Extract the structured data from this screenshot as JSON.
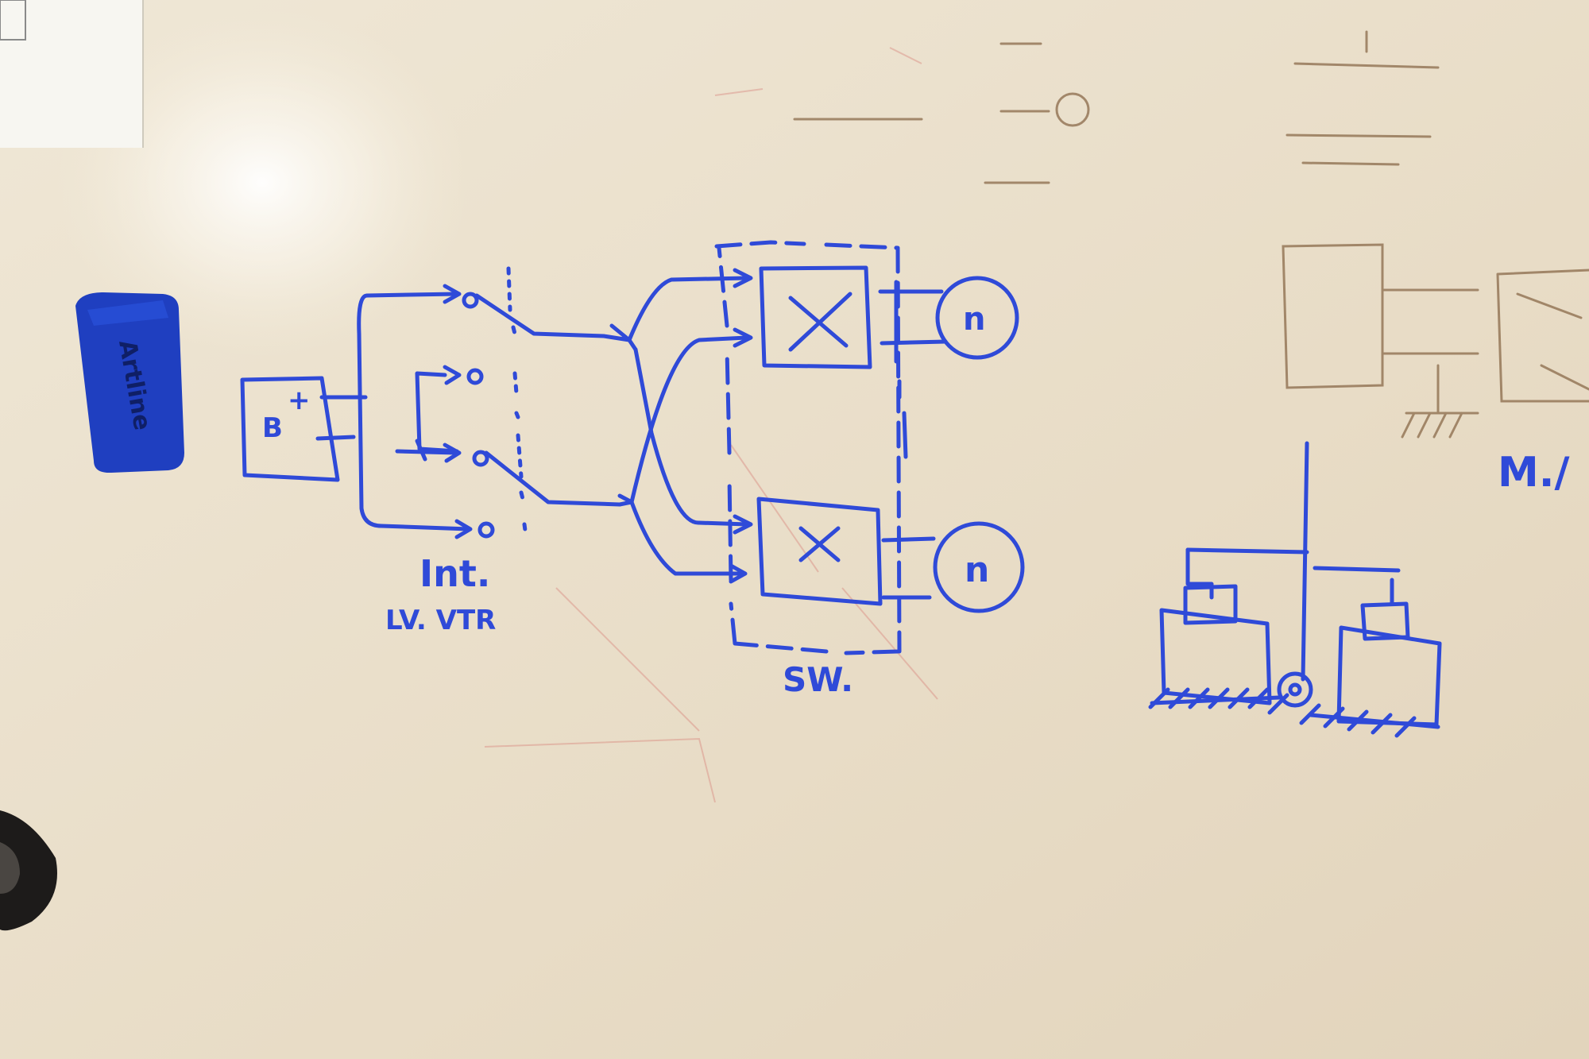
{
  "board": {
    "ink_color": "#2f4ad8",
    "faint_ink_color": "#8a6a4a",
    "surface_color": "#ece3d1"
  },
  "eraser": {
    "brand": "Artline",
    "color": "#1f3fc0",
    "icon": "whiteboard-eraser-icon"
  },
  "diagram": {
    "battery_label": "B",
    "battery_plus": "+",
    "switch_label": "Int.",
    "switch_sublabel": "LV. VTR",
    "mixer_top_symbol": "X",
    "mixer_bottom_symbol": "X",
    "meter_top_symbol": "n",
    "meter_bottom_symbol": "n",
    "sw_label": "SW.",
    "right_edge_label": "M./"
  }
}
